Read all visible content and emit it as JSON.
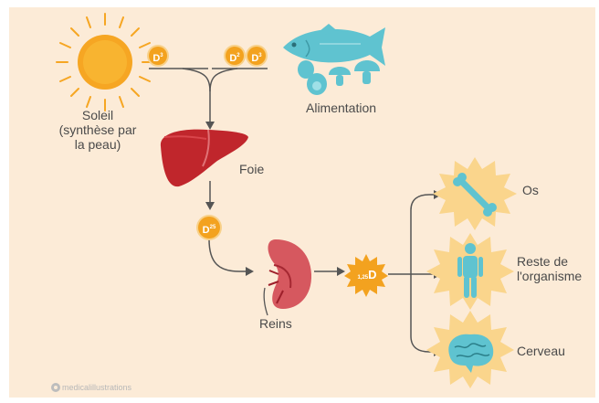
{
  "sources": {
    "sun_label": [
      "Soleil",
      "(synthèse par",
      "la peau)"
    ],
    "food_label": "Alimentation"
  },
  "badges": {
    "d3": {
      "base": "D",
      "sup": "3"
    },
    "d2": {
      "base": "D",
      "sup": "2"
    },
    "d3b": {
      "base": "D",
      "sup": "3"
    },
    "d25": {
      "base": "D",
      "sup": "25"
    },
    "d125": {
      "pre": "1,25",
      "base": "D"
    }
  },
  "organs": {
    "liver": "Foie",
    "kidney": "Reins"
  },
  "targets": {
    "bone": "Os",
    "body": [
      "Reste de",
      "l'organisme"
    ],
    "brain": "Cerveau"
  },
  "watermark": "medicalillustrations",
  "colors": {
    "background": "#fcebd7",
    "sun": "#f6a623",
    "badge": "#f3a21f",
    "liver": "#c0262c",
    "kidney": "#d6585f",
    "cyan": "#5fc3d0",
    "starburst": "#fad58c",
    "arrow": "#555555"
  }
}
